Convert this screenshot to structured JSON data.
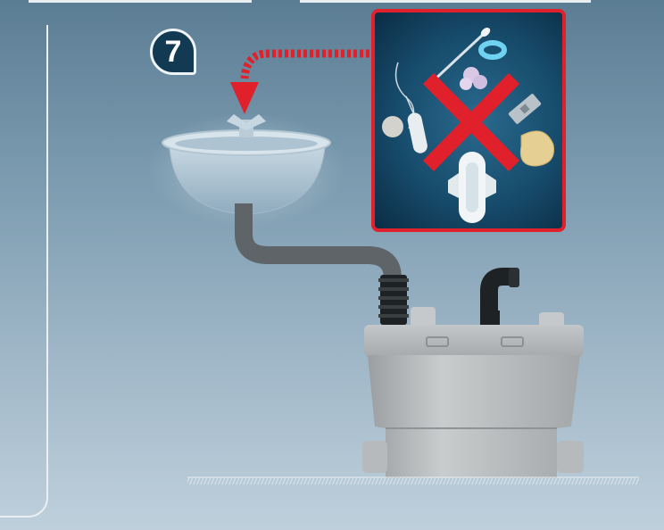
{
  "step": {
    "number": "7"
  },
  "colors": {
    "background_top": "#5b7d93",
    "background_bottom": "#bfd0dc",
    "step_badge": "#123a52",
    "panel_border": "#e0202a",
    "panel_bg": "#174c6c",
    "cross": "#e0202a",
    "dotted_arrow": "#e0202a",
    "pipe": "#5e6468",
    "pump_body": "#a9adb0"
  },
  "icons": {
    "step_badge": "numbered-step-badge",
    "dotted_arrow": "dotted-curved-arrow-down",
    "forbidden_cross": "red-x-cross",
    "sink": "washbasin",
    "drain_pipe": "drain-hose",
    "pump_unit": "macerator-pump",
    "floor": "floor-hatching",
    "forbidden_items": [
      "cotton-swab",
      "hair-tie",
      "cotton-ball",
      "razor-blade",
      "condom",
      "tampon",
      "cotton-pad",
      "sanitary-pad",
      "dental-floss"
    ]
  }
}
